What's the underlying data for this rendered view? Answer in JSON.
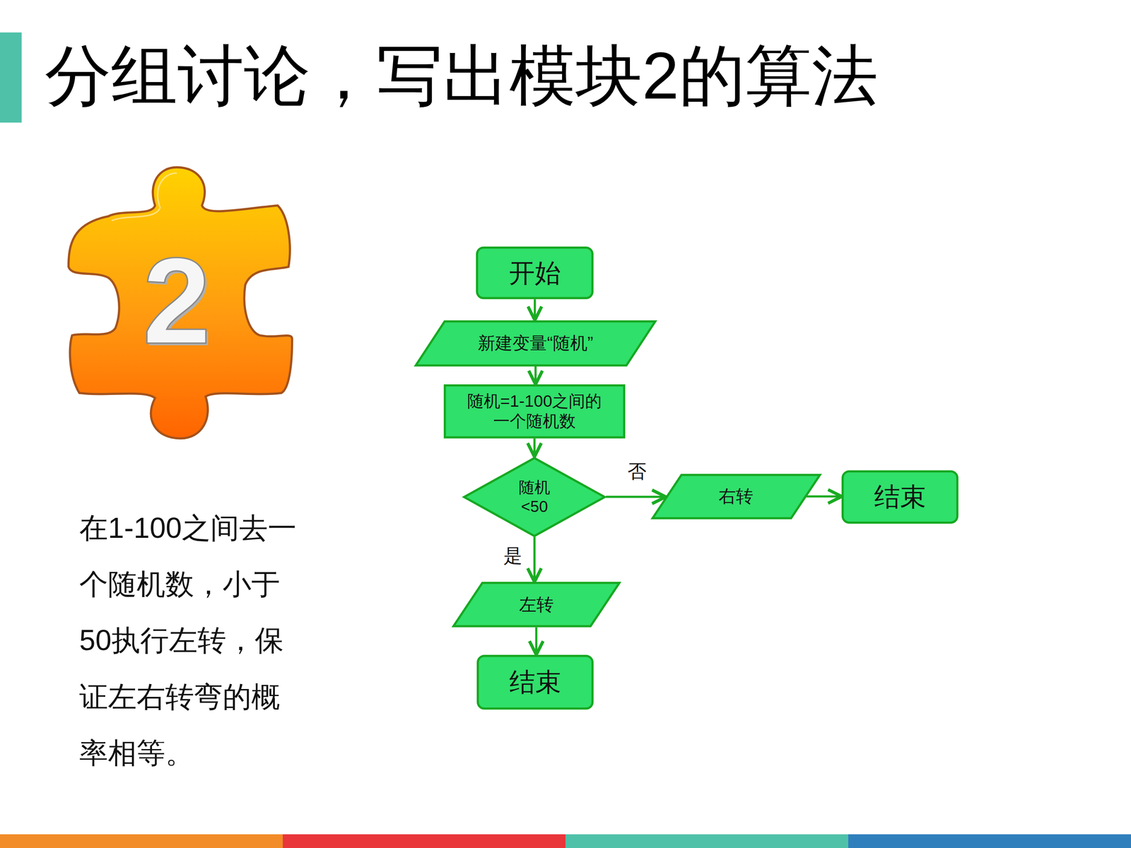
{
  "diagram": {
    "title": "分组讨论，写出模块2的算法",
    "nodes": [
      {
        "text": [
          "开始"
        ]
      },
      {
        "text": [
          "新建变量“随机”"
        ]
      },
      {
        "text": [
          "随机=1-100之间的 一个随机数"
        ]
      },
      {
        "text": [
          "随机 <50"
        ]
      },
      {
        "text": [
          "右转"
        ]
      },
      {
        "text": [
          "结束"
        ]
      },
      {
        "text": [
          "左转"
        ]
      },
      {
        "text": [
          "结束"
        ]
      }
    ],
    "edges": [
      {
        "from": 0,
        "to": 1,
        "arrow": "to"
      },
      {
        "from": 1,
        "to": 2,
        "arrow": "to"
      },
      {
        "from": 2,
        "to": 3,
        "arrow": "to"
      },
      {
        "from": 3,
        "to": 4,
        "label": "否",
        "arrow": "to"
      },
      {
        "from": 4,
        "to": 5,
        "arrow": "to"
      },
      {
        "from": 3,
        "to": 6,
        "label": "是",
        "arrow": "to"
      },
      {
        "from": 6,
        "to": 7,
        "arrow": "to"
      }
    ],
    "labels": [
      "2",
      "在1-100之间去一个随机数，小于50执行左转，保证左右转弯的概率相等。"
    ]
  }
}
